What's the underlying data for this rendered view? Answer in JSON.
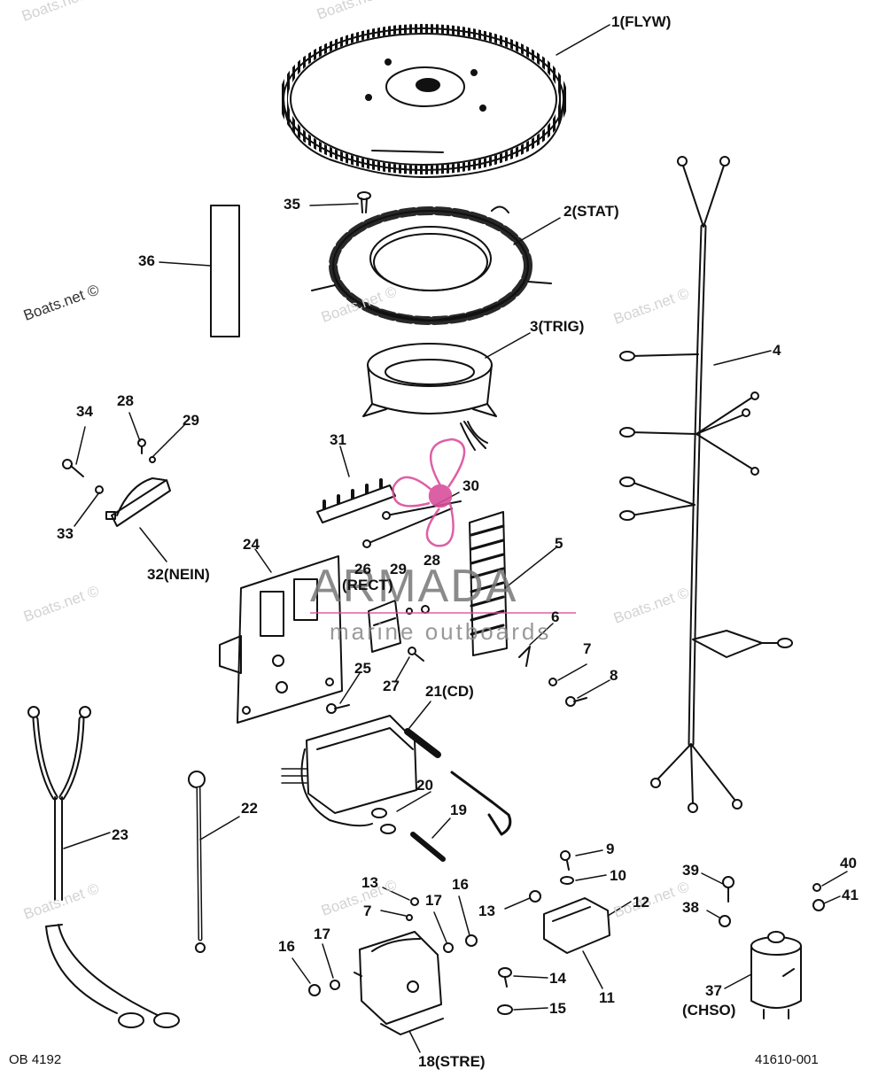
{
  "labels": {
    "l1": "1(FLYW)",
    "l2": "2(STAT)",
    "l3": "3(TRIG)",
    "l4": "4",
    "l5": "5",
    "l6": "6",
    "l7a": "7",
    "l7b": "7",
    "l8": "8",
    "l9": "9",
    "l10": "10",
    "l11": "11",
    "l12": "12",
    "l13a": "13",
    "l13b": "13",
    "l14": "14",
    "l15": "15",
    "l16a": "16",
    "l16b": "16",
    "l17a": "17",
    "l17b": "17",
    "l18": "18(STRE)",
    "l19": "19",
    "l20": "20",
    "l21": "21(CD)",
    "l22": "22",
    "l23": "23",
    "l24": "24",
    "l25": "25",
    "l26a": "26",
    "l26b": "(RECT)",
    "l27": "27",
    "l28a": "28",
    "l28b": "28",
    "l29a": "29",
    "l29b": "29",
    "l30": "30",
    "l31": "31",
    "l32": "32(NEIN)",
    "l33": "33",
    "l34": "34",
    "l35": "35",
    "l36": "36",
    "l37a": "37",
    "l37b": "(CHSO)",
    "l38": "38",
    "l39": "39",
    "l40": "40",
    "l41": "41"
  },
  "watermark": "Boats.net ©",
  "logo": {
    "name": "ARMADA",
    "tagline": "marine outboards",
    "accent_color": "#d94f9c"
  },
  "footer": {
    "left": "OB 4192",
    "right": "41610-001"
  }
}
